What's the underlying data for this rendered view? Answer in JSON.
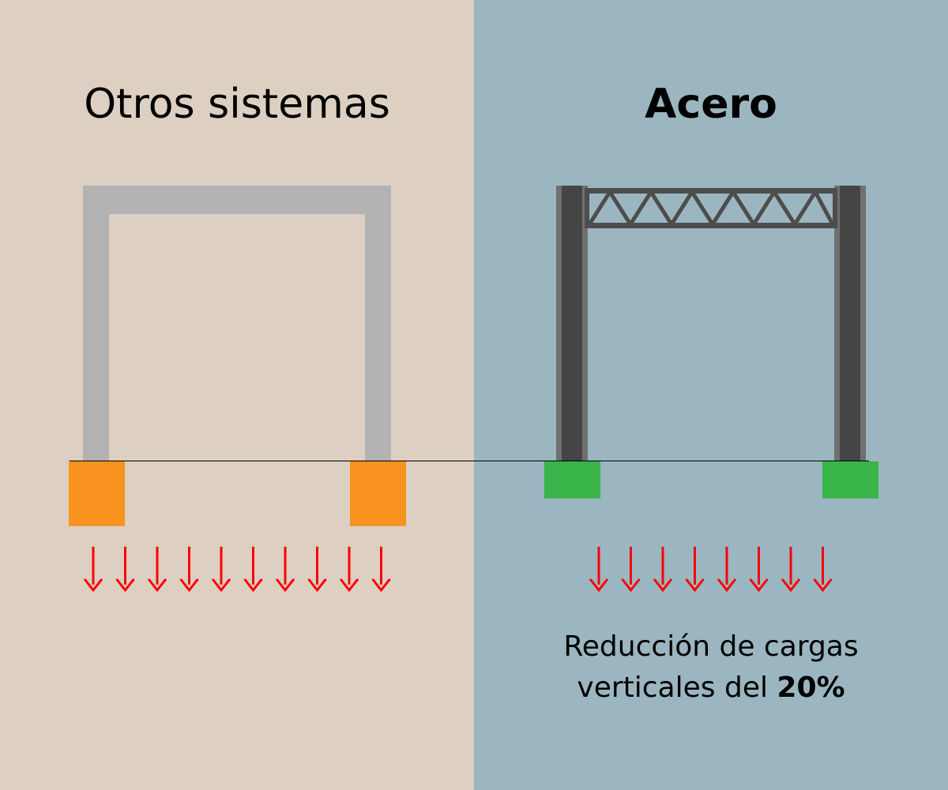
{
  "colors": {
    "left_background": "#DDCFC2",
    "right_background": "#9BB6C0",
    "concrete_frame": "#B3B3B3",
    "steel_column_dark": "#454545",
    "steel_column_light": "#707070",
    "truss": "#4D4D4D",
    "left_footing": "#F7931E",
    "right_footing": "#39B54A",
    "load_arrow": "#FF0000",
    "ground_line": "#000000"
  },
  "left": {
    "title": "Otros sistemas",
    "load_arrow_count": 10
  },
  "right": {
    "title": "Acero",
    "load_arrow_count": 8,
    "caption": {
      "line1": "Reducción de cargas",
      "line2_prefix": "verticales del ",
      "line2_emphasis": "20%"
    }
  }
}
